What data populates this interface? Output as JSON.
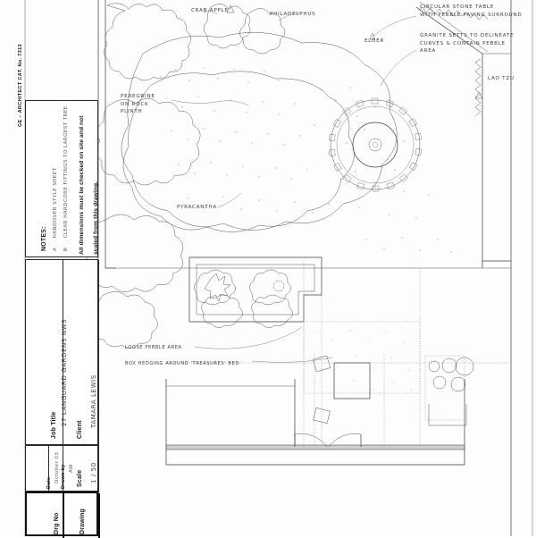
{
  "sheet": {
    "edge_credit": "GE – ARCHITECT CAT. No. 7313"
  },
  "notes_block": {
    "heading": "NOTES:",
    "items": [
      {
        "marker": "A",
        "text": "HANDOVER STYLE SHEET"
      },
      {
        "marker": "B",
        "text": "CLEAR HARDCORE FITTINGS TO LARGEST TREE"
      }
    ],
    "disclaimer": "All dimensions must be checked on site and not scaled from this drawing."
  },
  "title_block": {
    "fields": [
      {
        "label": "Client",
        "value": "TAMARA LEWIS"
      },
      {
        "label": "Job Title",
        "value": "27 LANGUARD GARDENS NW3"
      },
      {
        "label": "Scale",
        "value": "1 / 50"
      },
      {
        "label": "Drawn by",
        "value": "AW"
      },
      {
        "label": "Date",
        "value": "October 03"
      },
      {
        "label": "Drawing",
        "value": ""
      },
      {
        "label": "Drg No",
        "value": ""
      }
    ]
  },
  "plan_annotations": [
    {
      "id": "crab-apple",
      "text": "CRAB APPLE"
    },
    {
      "id": "philadelphus",
      "text": "PHILADELPHUS"
    },
    {
      "id": "elder",
      "text": "ELDER"
    },
    {
      "id": "lao-tzu",
      "text": "LAO TZU"
    },
    {
      "id": "stone-table",
      "text": "CIRCULAR STONE TABLE\nWITH PEBBLE PAVING SURROUND"
    },
    {
      "id": "granite-setts",
      "text": "GRANITE SETTS TO DELINEATE\nCURVES & CONTAIN PEBBLE\nAREA"
    },
    {
      "id": "peregrine",
      "text": "PEREGRINE\nON ROCK\nPLINTH"
    },
    {
      "id": "pyracantha",
      "text": "PYRACANTHA"
    },
    {
      "id": "loose-pebble",
      "text": "LOOSE PEBBLE AREA"
    },
    {
      "id": "box-hedging",
      "text": "BOX HEDGING AROUND 'TREASURES' BED"
    }
  ]
}
